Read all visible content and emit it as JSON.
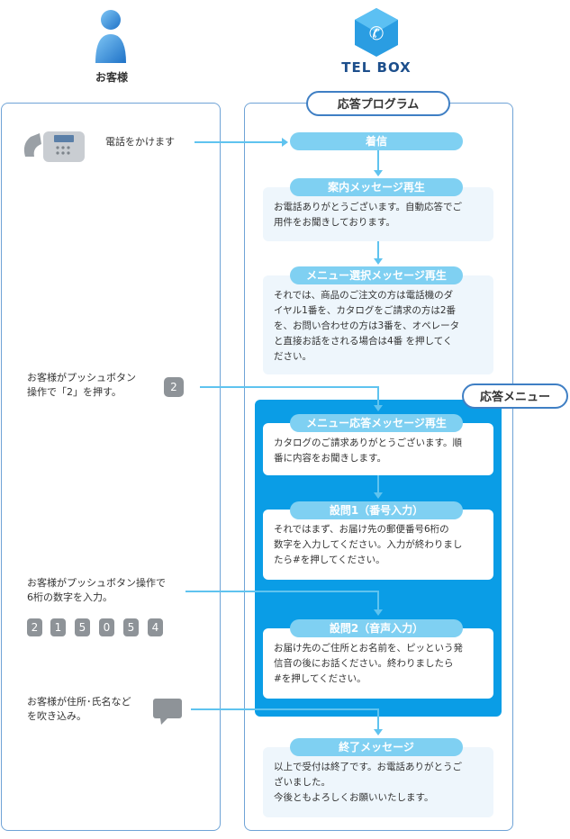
{
  "customer": {
    "label": "お客様"
  },
  "logo": {
    "brand": "TEL BOX"
  },
  "program_label": "応答プログラム",
  "menu_label": "応答メニュー",
  "left": {
    "call_text": "電話をかけます",
    "push2_text_1": "お客様がプッシュボタン",
    "push2_text_2": "操作で「2」を押す。",
    "push2_key": "2",
    "push6_text_1": "お客様がプッシュボタン操作で",
    "push6_text_2": "6桁の数字を入力。",
    "push6_keys": [
      "2",
      "1",
      "5",
      "0",
      "5",
      "4"
    ],
    "voice_text_1": "お客様が住所･氏名など",
    "voice_text_2": "を吹き込み。"
  },
  "steps": {
    "incoming": "着信",
    "guide_title": "案内メッセージ再生",
    "guide_lines": [
      "お電話ありがとうございます。自動応答でご",
      "用件をお聞きしております。"
    ],
    "select_title": "メニュー選択メッセージ再生",
    "select_lines": [
      "それでは、商品のご注文の方は電話機のダ",
      "イヤル1番を、カタログをご請求の方は2番",
      "を、お問い合わせの方は3番を、オペレータ",
      "と直接お話をされる場合は4番 を押してく",
      "ださい。"
    ],
    "menu_title": "メニュー応答メッセージ再生",
    "menu_lines": [
      "カタログのご請求ありがとうございます。順",
      "番に内容をお聞きします。"
    ],
    "q1_title": "設問1（番号入力）",
    "q1_lines": [
      "それではまず、お届け先の郵便番号6桁の",
      "数字を入力してください。入力が終わりまし",
      "たら#を押してください。"
    ],
    "q2_title": "設問2（音声入力）",
    "q2_lines": [
      "お届け先のご住所とお名前を、ピッという発",
      "信音の後にお話ください。終わりましたら",
      "#を押してください。"
    ],
    "end_title": "終了メッセージ",
    "end_lines": [
      "以上で受付は終了です。お電話ありがとうご",
      "ざいました。",
      "今後ともよろしくお願いいたします。"
    ]
  },
  "colors": {
    "accent": "#0a9de6",
    "pill": "#7fd0f2",
    "border": "#6fa3d6"
  }
}
